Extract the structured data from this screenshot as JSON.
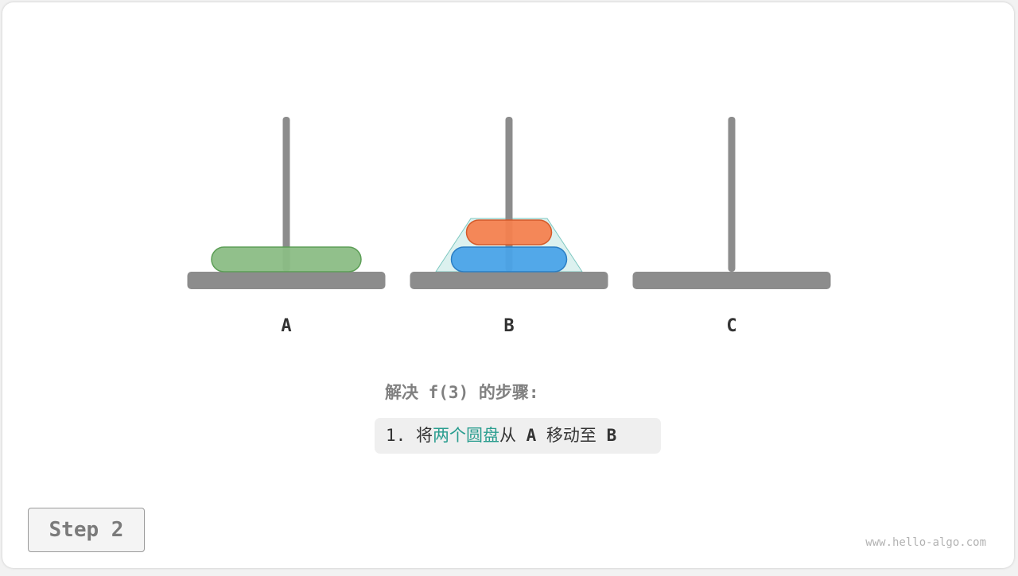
{
  "pegs": [
    {
      "name": "A",
      "label": "A"
    },
    {
      "name": "B",
      "label": "B"
    },
    {
      "name": "C",
      "label": "C"
    }
  ],
  "disks": [
    {
      "peg": "A",
      "size": 3,
      "level": 0,
      "fill": "#8bbd85",
      "stroke": "#5c9e56"
    },
    {
      "peg": "B",
      "size": 2,
      "level": 0,
      "fill": "#4aa3e8",
      "stroke": "#2a7ec4"
    },
    {
      "peg": "B",
      "size": 1,
      "level": 1,
      "fill": "#f4814f",
      "stroke": "#d45a2a"
    }
  ],
  "group_highlight": {
    "peg": "B",
    "fill": "#d9f0ee",
    "stroke": "#6fc2ba"
  },
  "colors": {
    "peg": "#8c8c8c",
    "accent": "#2a9d8f"
  },
  "heading": "解决 f(3) 的步骤:",
  "step": {
    "number": "1.",
    "verb": "将",
    "object": "两个圆盘",
    "from_word": "从",
    "source": "A",
    "to_word": "移动至",
    "target": "B"
  },
  "step_badge": "Step 2",
  "watermark": "www.hello-algo.com"
}
